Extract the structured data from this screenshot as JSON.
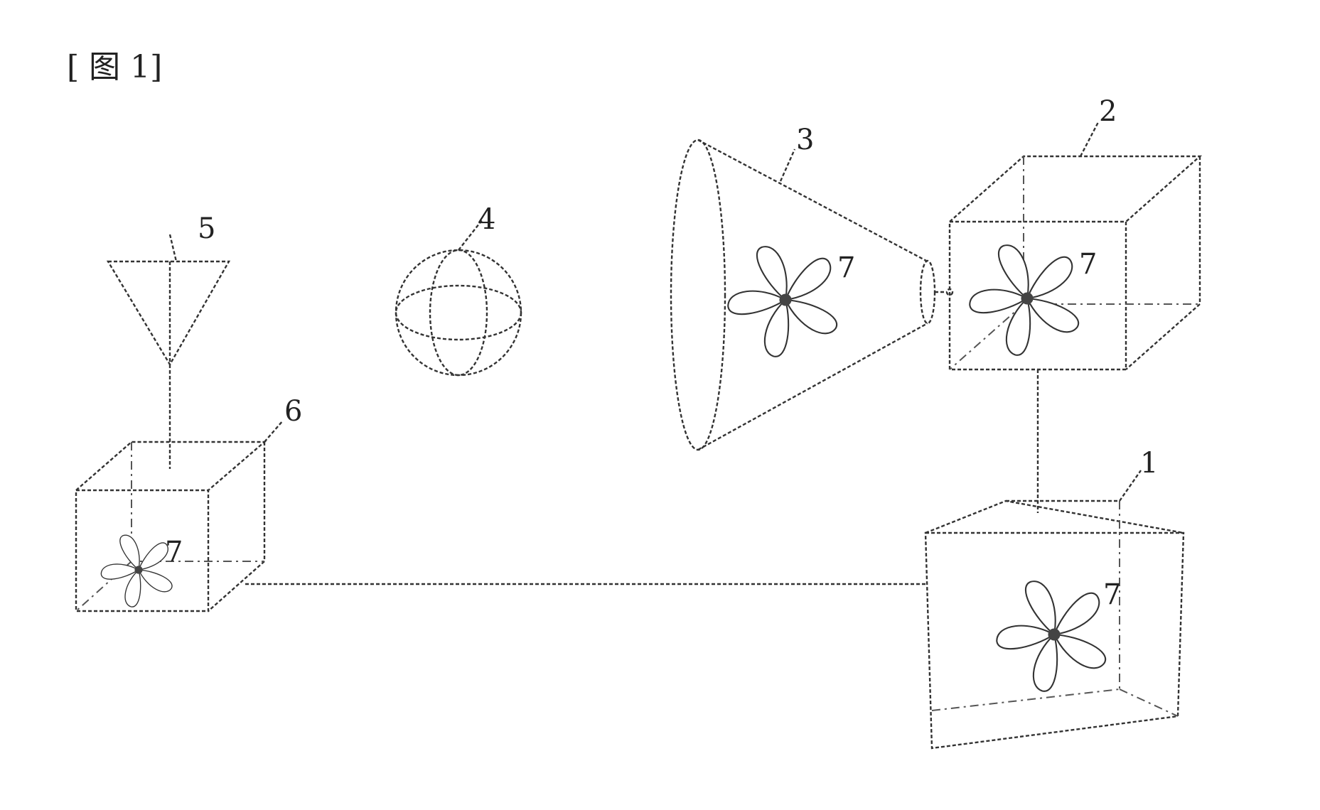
{
  "figure": {
    "title": "[ 图 1]"
  },
  "labels": {
    "box1": "1",
    "box2": "2",
    "cone": "3",
    "sphere": "4",
    "funnel": "5",
    "box6": "6",
    "fan_box2": "7",
    "fan_cone": "7",
    "fan_box6": "7",
    "fan_box1": "7"
  }
}
